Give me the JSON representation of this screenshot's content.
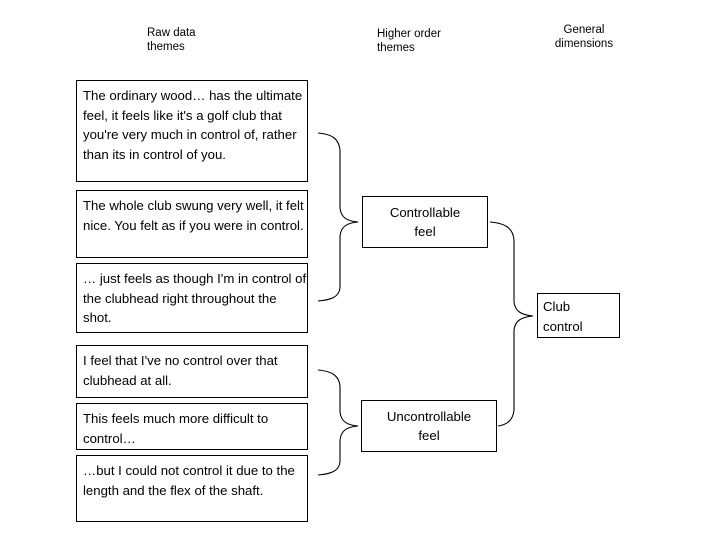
{
  "page": {
    "background_color": "#ffffff",
    "line_color": "#000000",
    "text_color": "#000000"
  },
  "headers": {
    "raw": "Raw data\nthemes",
    "higher": "Higher order\nthemes",
    "general": "General\ndimensions"
  },
  "raw_data_themes": [
    {
      "text": "The ordinary wood… has the ultimate feel, it feels like it's a golf club that you're very much in control of, rather than its in control of you."
    },
    {
      "text": "The whole club swung very well, it felt nice. You felt as if you were in control."
    },
    {
      "text": "… just feels as though I'm in control of the clubhead right throughout the shot."
    },
    {
      "text": "I feel that I've no control over that clubhead at all."
    },
    {
      "text": "This feels much more difficult to control…"
    },
    {
      "text": "…but I could not control it due to the length and the flex of the shaft."
    }
  ],
  "higher_order_themes": [
    {
      "text": "Controllable\nfeel"
    },
    {
      "text": "Uncontrollable\nfeel"
    }
  ],
  "general_dimensions": [
    {
      "text": "Club\ncontrol"
    }
  ],
  "connectors": [
    {
      "name": "brace-raw-0-2-to-controllable",
      "from": [
        "raw-0",
        "raw-1",
        "raw-2"
      ],
      "to": "Controllable feel"
    },
    {
      "name": "brace-raw-3-5-to-uncontrollable",
      "from": [
        "raw-3",
        "raw-4",
        "raw-5"
      ],
      "to": "Uncontrollable feel"
    },
    {
      "name": "brace-themes-to-club-control",
      "from": [
        "Controllable feel",
        "Uncontrollable feel"
      ],
      "to": "Club control"
    }
  ]
}
